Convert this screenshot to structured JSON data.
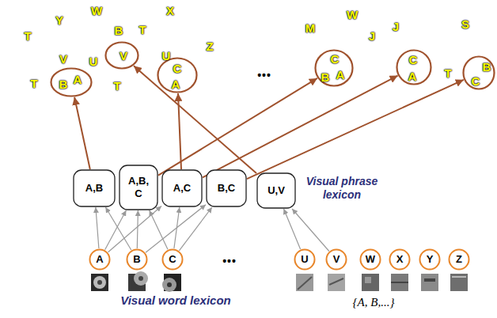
{
  "diagram": {
    "nodes": [
      {
        "text": [
          "B",
          "A"
        ]
      },
      {
        "text": [
          "V"
        ]
      },
      {
        "text": [
          "C",
          "A"
        ]
      },
      {
        "text": [
          "C",
          "B",
          "A"
        ]
      },
      {
        "text": [
          "C",
          "A"
        ]
      },
      {
        "text": [
          "C",
          "B"
        ]
      },
      {
        "text": [
          "Visual phrase lexicon"
        ]
      },
      {
        "text": [
          "A,B"
        ],
        "in": 6
      },
      {
        "text": [
          "A,B, C"
        ],
        "in": 6
      },
      {
        "text": [
          "A,C"
        ],
        "in": 6
      },
      {
        "text": [
          "B,C"
        ],
        "in": 6
      },
      {
        "text": [
          "U,V"
        ],
        "in": 6
      },
      {
        "text": [
          "Visual word lexicon"
        ]
      },
      {
        "text": [
          "A"
        ],
        "in": 12
      },
      {
        "text": [
          "B"
        ],
        "in": 12
      },
      {
        "text": [
          "C"
        ],
        "in": 12
      },
      {
        "text": [
          "U"
        ],
        "in": 12
      },
      {
        "text": [
          "V"
        ],
        "in": 12
      },
      {
        "text": [
          "W"
        ],
        "in": 12
      },
      {
        "text": [
          "X"
        ],
        "in": 12
      },
      {
        "text": [
          "Y"
        ],
        "in": 12
      },
      {
        "text": [
          "Z"
        ],
        "in": 12
      }
    ],
    "edges": [
      {
        "from": 7,
        "to": 0,
        "arrow": "to"
      },
      {
        "from": 8,
        "to": 3,
        "arrow": "to"
      },
      {
        "from": 9,
        "to": 2,
        "arrow": "to"
      },
      {
        "from": 9,
        "to": 4,
        "arrow": "to"
      },
      {
        "from": 10,
        "to": 5,
        "arrow": "to"
      },
      {
        "from": 11,
        "to": 1,
        "arrow": "to"
      },
      {
        "from": 13,
        "to": 7,
        "arrow": "to"
      },
      {
        "from": 13,
        "to": 8,
        "arrow": "to"
      },
      {
        "from": 13,
        "to": 9,
        "arrow": "to"
      },
      {
        "from": 14,
        "to": 7,
        "arrow": "to"
      },
      {
        "from": 14,
        "to": 8,
        "arrow": "to"
      },
      {
        "from": 14,
        "to": 10,
        "arrow": "to"
      },
      {
        "from": 15,
        "to": 8,
        "arrow": "to"
      },
      {
        "from": 15,
        "to": 9,
        "arrow": "to"
      },
      {
        "from": 15,
        "to": 10,
        "arrow": "to"
      },
      {
        "from": 16,
        "to": 11,
        "arrow": "to"
      },
      {
        "from": 17,
        "to": 11,
        "arrow": "to"
      }
    ],
    "labels": [
      "T",
      "Y",
      "W",
      "X",
      "B",
      "T",
      "Z",
      "V",
      "U",
      "U",
      "T",
      "T",
      "•••",
      "M",
      "W",
      "J",
      "J",
      "S",
      "T",
      "•••",
      "{A, B,...}"
    ]
  }
}
